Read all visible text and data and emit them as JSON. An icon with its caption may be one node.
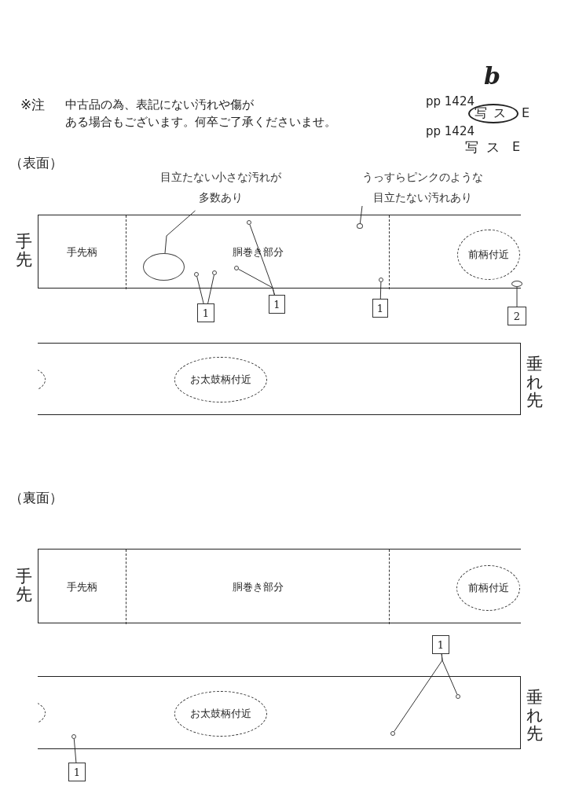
{
  "diagram": {
    "nodes": [
      {
        "text": [],
        "shape": "bar",
        "beside": [
          "手先"
        ]
      },
      {
        "text": [
          "手先柄"
        ],
        "in": 0
      },
      {
        "text": [
          "胴巻き部分"
        ],
        "in": 0
      },
      {
        "text": [
          "前柄付近"
        ],
        "in": 0
      },
      {
        "text": [],
        "shape": "bar",
        "beside": [
          "垂れ先"
        ]
      },
      {
        "text": [
          "お太鼓柄付近"
        ],
        "in": 4
      },
      {
        "text": [
          "目立たない小さな汚れが多数あり"
        ]
      },
      {
        "text": [
          "うっすらピンクのような目立たない汚れあり"
        ]
      },
      {
        "text": [],
        "shape": "circle",
        "in": 2
      },
      {
        "text": [],
        "shape": "circle",
        "in": 2
      },
      {
        "text": [],
        "shape": "circle",
        "in": 2
      },
      {
        "text": [],
        "shape": "circle",
        "in": 2
      },
      {
        "text": [],
        "shape": "circle",
        "in": 2
      },
      {
        "text": [],
        "shape": "circle",
        "in": 2
      },
      {
        "text": [],
        "shape": "circle",
        "in": 2
      },
      {
        "text": [],
        "shape": "circle",
        "in": 0
      },
      {
        "text": [
          "1"
        ]
      },
      {
        "text": [
          "1"
        ]
      },
      {
        "text": [
          "1"
        ]
      },
      {
        "text": [
          "2"
        ]
      },
      {
        "text": [],
        "shape": "bar",
        "beside": [
          "手先"
        ]
      },
      {
        "text": [
          "手先柄"
        ],
        "in": 20
      },
      {
        "text": [
          "胴巻き部分"
        ],
        "in": 20
      },
      {
        "text": [
          "前柄付近"
        ],
        "in": 20
      },
      {
        "text": [],
        "shape": "bar",
        "beside": [
          "垂れ先"
        ]
      },
      {
        "text": [
          "お太鼓柄付近"
        ],
        "in": 24
      },
      {
        "text": [],
        "shape": "circle",
        "in": 24
      },
      {
        "text": [],
        "shape": "circle",
        "in": 24
      },
      {
        "text": [],
        "shape": "circle",
        "in": 24
      },
      {
        "text": [
          "1"
        ]
      },
      {
        "text": [
          "1"
        ]
      }
    ],
    "edges": [
      {
        "from": 6,
        "to": 8,
        "arrow": "none"
      },
      {
        "from": 7,
        "to": 9,
        "arrow": "none"
      },
      {
        "from": 16,
        "to": 11,
        "arrow": "none"
      },
      {
        "from": 16,
        "to": 12,
        "arrow": "none"
      },
      {
        "from": 17,
        "to": 10,
        "arrow": "none"
      },
      {
        "from": 17,
        "to": 13,
        "arrow": "none"
      },
      {
        "from": 18,
        "to": 14,
        "arrow": "none"
      },
      {
        "from": 19,
        "to": 15,
        "arrow": "none"
      },
      {
        "from": 29,
        "to": 28,
        "arrow": "none"
      },
      {
        "from": 29,
        "to": 27,
        "arrow": "none"
      },
      {
        "from": 30,
        "to": 26,
        "arrow": "none"
      }
    ],
    "labels": [
      "※注",
      "中古品の為、表記にない汚れや傷がある場合もございます。何卒ご了承くださいませ。",
      "pp 1424",
      "b",
      "写ス",
      "E",
      "pp 1424",
      "写ス",
      "E",
      "（表面）",
      "（裏面）"
    ]
  }
}
